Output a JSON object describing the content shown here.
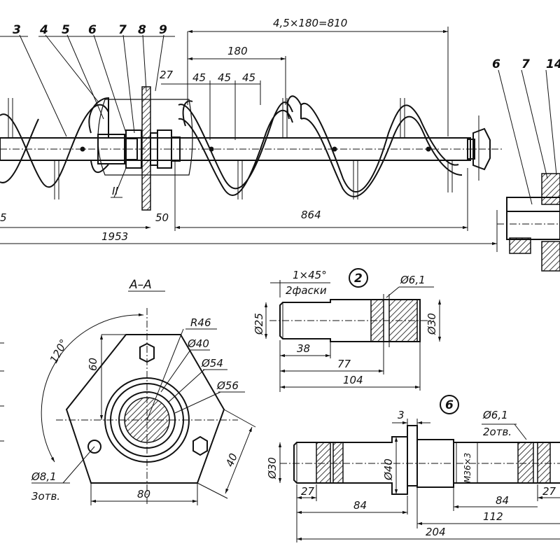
{
  "callouts": [
    "3",
    "4",
    "5",
    "6",
    "7",
    "8",
    "9",
    "6",
    "7",
    "14"
  ],
  "top_dims": {
    "overall_pitch": "4,5×180=810",
    "pitch": "180",
    "d27": "27",
    "d45a": "45",
    "d45b": "45",
    "d45c": "45",
    "d50": "50",
    "d864": "864",
    "d1953": "1953",
    "d5": "5",
    "view_mark": "II"
  },
  "section": {
    "title": "A–A",
    "angle": "120°",
    "d60": "60",
    "r46": "R46",
    "d40": "Ø40",
    "d54": "Ø54",
    "d56": "Ø56",
    "d80": "80",
    "d40side": "40",
    "hole_dia": "Ø8,1",
    "hole_count": "3отв."
  },
  "detail2": {
    "mark": "2",
    "chamfer": "1×45°",
    "chamfer_note": "2фаски",
    "hole": "Ø6,1",
    "d25": "Ø25",
    "d30": "Ø30",
    "l38": "38",
    "l77": "77",
    "l104": "104"
  },
  "detail6": {
    "mark": "6",
    "d3": "3",
    "hole": "Ø6,1",
    "hole_count": "2отв.",
    "d30": "Ø30",
    "d40": "Ø40",
    "thread": "М36×3",
    "l27a": "27",
    "l84a": "84",
    "l84b": "84",
    "l27b": "27",
    "l112": "112",
    "l204": "204"
  }
}
